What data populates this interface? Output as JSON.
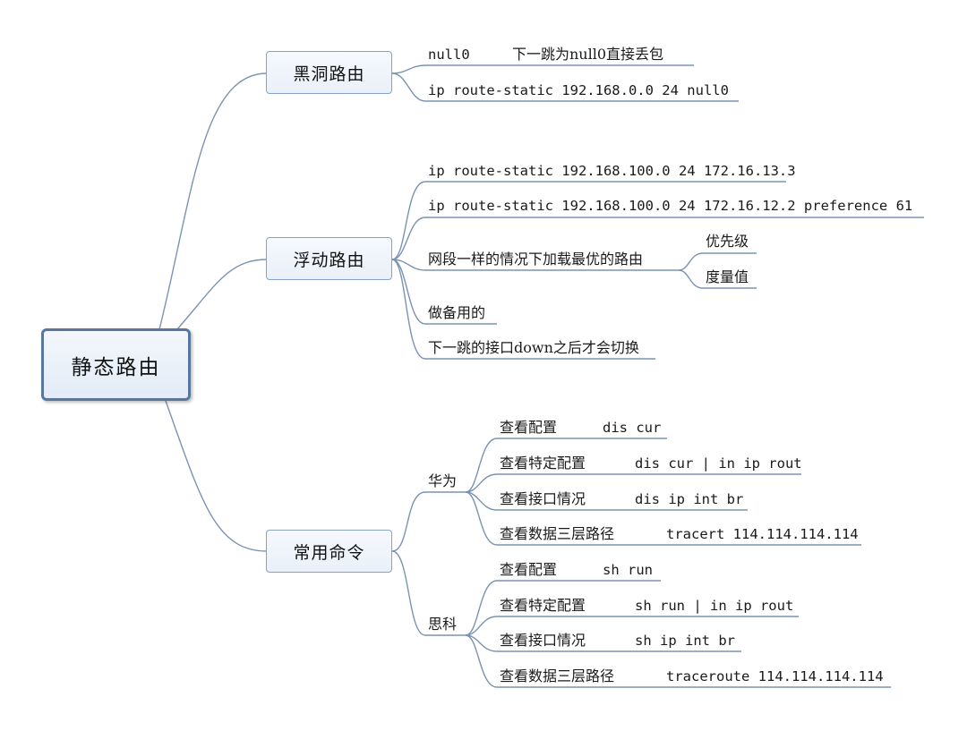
{
  "root": "静态路由",
  "blackhole": {
    "title": "黑洞路由",
    "null0": "null0",
    "null0_desc": "下一跳为null0直接丢包",
    "cmd": "ip route-static 192.168.0.0 24 null0"
  },
  "floating": {
    "title": "浮动路由",
    "cmd1": "ip route-static 192.168.100.0 24 172.16.13.3",
    "cmd2": "ip route-static 192.168.100.0 24 172.16.12.2 preference 61",
    "same_segment": "网段一样的情况下加载最优的路由",
    "priority": "优先级",
    "metric": "度量值",
    "backup": "做备用的",
    "switch": "下一跳的接口down之后才会切换"
  },
  "commands": {
    "title": "常用命令",
    "huawei": {
      "label": "华为",
      "items": [
        {
          "label": "查看配置",
          "cmd": "dis cur"
        },
        {
          "label": "查看特定配置",
          "cmd": "dis cur | in ip rout"
        },
        {
          "label": "查看接口情况",
          "cmd": "dis ip int br"
        },
        {
          "label": "查看数据三层路径",
          "cmd": "tracert 114.114.114.114"
        }
      ]
    },
    "cisco": {
      "label": "思科",
      "items": [
        {
          "label": "查看配置",
          "cmd": "sh run"
        },
        {
          "label": "查看特定配置",
          "cmd": "sh run | in ip rout"
        },
        {
          "label": "查看接口情况",
          "cmd": "sh ip int br"
        },
        {
          "label": "查看数据三层路径",
          "cmd": "traceroute 114.114.114.114"
        }
      ]
    }
  }
}
